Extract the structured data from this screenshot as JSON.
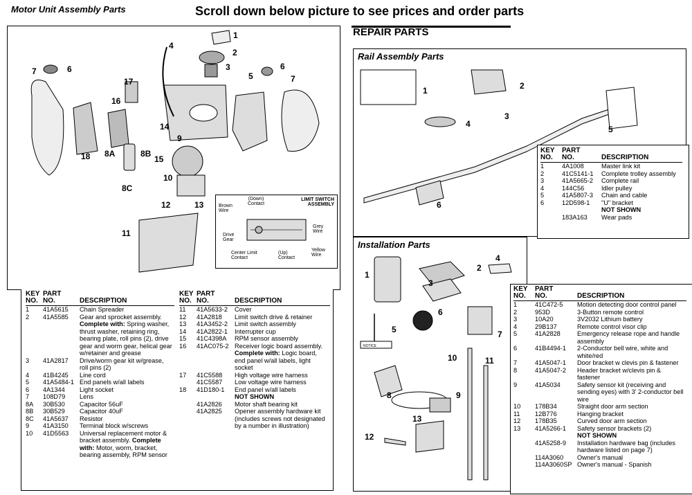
{
  "header": {
    "page_title": "Motor Unit Assembly Parts",
    "banner": "Scroll down below picture to see prices and order parts",
    "repair_heading": "REPAIR PARTS"
  },
  "motor_diagram": {
    "callouts": [
      "1",
      "2",
      "3",
      "4",
      "5",
      "6",
      "6",
      "7",
      "7",
      "8A",
      "8B",
      "8C",
      "9",
      "10",
      "11",
      "12",
      "13",
      "14",
      "15",
      "16",
      "17",
      "18"
    ],
    "limit_switch": {
      "title_line1": "LIMIT SWITCH",
      "title_line2": "ASSEMBLY",
      "labels": [
        "(Down)",
        "Contact",
        "Brown",
        "Wire",
        "Drive",
        "Gear",
        "Grey",
        "Wire",
        "Center Limit",
        "Contact",
        "(Up)",
        "Contact",
        "Yellow",
        "Wire"
      ]
    }
  },
  "motor_table": {
    "headers": {
      "key1": "KEY",
      "key2": "NO.",
      "part1": "PART",
      "part2": "NO.",
      "desc": "DESCRIPTION"
    },
    "left_rows": [
      {
        "key": "1",
        "part": "41A5615",
        "desc": "Chain Spreader"
      },
      {
        "key": "2",
        "part": "41A5585",
        "desc": "Gear and sprocket assembly.",
        "bold": "Complete with:",
        "rest": " Spring washer, thrust washer, retaining ring, bearing plate, roll pins (2), drive gear and worm gear, helical gear w/retainer and grease"
      },
      {
        "key": "3",
        "part": "41A2817",
        "desc": "Drive/worm gear kit w/grease, roll pins (2)"
      },
      {
        "key": "4",
        "part": "41B4245",
        "desc": "Line cord"
      },
      {
        "key": "5",
        "part": "41A5484-1",
        "desc": "End panels w/all labels"
      },
      {
        "key": "6",
        "part": "4A1344",
        "desc": "Light socket"
      },
      {
        "key": "7",
        "part": "108D79",
        "desc": "Lens"
      },
      {
        "key": "8A",
        "part": "30B530",
        "desc": "Capacitor 56uF"
      },
      {
        "key": "8B",
        "part": "30B529",
        "desc": "Capacitor 40uF"
      },
      {
        "key": "8C",
        "part": "41A5637",
        "desc": "Resistor"
      },
      {
        "key": "9",
        "part": "41A3150",
        "desc": "Terminal block w/screws"
      },
      {
        "key": "10",
        "part": "41D5563",
        "desc": "Universal replacement motor & bracket assembly.",
        "bold": "Complete with:",
        "rest": " Motor, worm, bracket, bearing assembly, RPM sensor"
      }
    ],
    "right_rows": [
      {
        "key": "11",
        "part": "41A5633-2",
        "desc": "Cover"
      },
      {
        "key": "12",
        "part": "41A2818",
        "desc": "Limit switch drive & retainer"
      },
      {
        "key": "13",
        "part": "41A3452-2",
        "desc": "Limit switch assembly"
      },
      {
        "key": "14",
        "part": "41A2822-1",
        "desc": "Interrupter cup"
      },
      {
        "key": "15",
        "part": "41C4398A",
        "desc": "RPM sensor assembly"
      },
      {
        "key": "16",
        "part": "41AC075-2",
        "desc": "Receiver logic board assembly.",
        "bold": "Complete with:",
        "rest": " Logic board, end panel w/all labels, light socket"
      },
      {
        "key": "17",
        "part": "41C5588\n41C5587",
        "desc": "High voltage wire harness\nLow voltage wire harness"
      },
      {
        "key": "18",
        "part": "41D180-1",
        "desc": "End panel w/all labels"
      }
    ],
    "not_shown_label": "NOT SHOWN",
    "not_shown_rows": [
      {
        "part": "41A2826",
        "desc": "Motor shaft bearing kit"
      },
      {
        "part": "41A2825",
        "desc": "Opener assembly hardware kit (includes screws not designated by a number in illustration)"
      }
    ]
  },
  "rail": {
    "title": "Rail Assembly Parts",
    "callouts": [
      "1",
      "2",
      "3",
      "4",
      "5",
      "6"
    ],
    "rows": [
      {
        "key": "1",
        "part": "4A1008",
        "desc": "Master link kit"
      },
      {
        "key": "2",
        "part": "41C5141-1",
        "desc": "Complete trolley assembly"
      },
      {
        "key": "3",
        "part": "41A5665-2",
        "desc": "Complete rail"
      },
      {
        "key": "4",
        "part": "144C56",
        "desc": "Idler pulley"
      },
      {
        "key": "5",
        "part": "41A5807-3",
        "desc": "Chain and cable"
      },
      {
        "key": "6",
        "part": "12D598-1",
        "desc": "\"U\" bracket"
      }
    ],
    "not_shown_label": "NOT SHOWN",
    "not_shown_rows": [
      {
        "part": "183A163",
        "desc": "Wear pads"
      }
    ]
  },
  "install": {
    "title": "Installation Parts",
    "callouts": [
      "1",
      "2",
      "3",
      "4",
      "5",
      "6",
      "7",
      "8",
      "9",
      "10",
      "11",
      "12",
      "13"
    ],
    "notice_label": "NOTICE",
    "rows": [
      {
        "key": "1",
        "part": "41C472-5",
        "desc": "Motion detecting door control panel"
      },
      {
        "key": "2",
        "part": "953D",
        "desc": "3-Button remote control"
      },
      {
        "key": "3",
        "part": "10A20",
        "desc": "3V2032 Lithium battery"
      },
      {
        "key": "4",
        "part": "29B137",
        "desc": "Remote control visor clip"
      },
      {
        "key": "5",
        "part": "41A2828",
        "desc": "Emergency release rope and handle assembly"
      },
      {
        "key": "6",
        "part": "41B4494-1",
        "desc": "2-Conductor bell wire, white and white/red"
      },
      {
        "key": "7",
        "part": "41A5047-1",
        "desc": "Door bracket w clevis pin & fastener"
      },
      {
        "key": "8",
        "part": "41A5047-2",
        "desc": "Header bracket w/clevis pin & fastener"
      },
      {
        "key": "9",
        "part": "41A5034",
        "desc": "Safety sensor kit (receiving and sending eyes) with 3' 2-conductor bell wire"
      },
      {
        "key": "10",
        "part": "178B34",
        "desc": "Straight door arm section"
      },
      {
        "key": "11",
        "part": "12B776",
        "desc": "Hanging bracket"
      },
      {
        "key": "12",
        "part": "178B35",
        "desc": "Curved door arm section"
      },
      {
        "key": "13",
        "part": "41A5266-1",
        "desc": "Safety sensor brackets (2)"
      }
    ],
    "not_shown_label": "NOT SHOWN",
    "not_shown_rows": [
      {
        "part": "41A5258-9",
        "desc": "Installation hardware bag (includes hardware listed on page 7)"
      },
      {
        "part": "114A3060",
        "desc": "Owner's manual"
      },
      {
        "part": "114A3060SP",
        "desc": "Owner's manual - Spanish"
      }
    ]
  }
}
